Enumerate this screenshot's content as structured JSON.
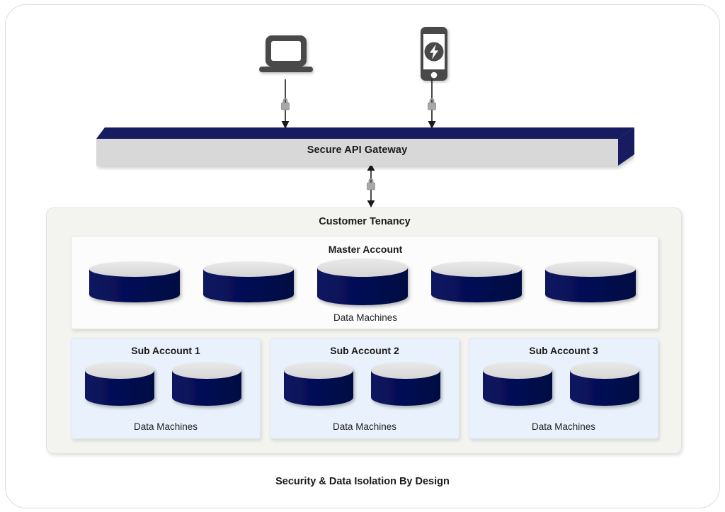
{
  "diagram": {
    "title": "Security & Data Isolation By Design",
    "colors": {
      "navy": "#051055",
      "cylinder_top": "#d5d5d5",
      "device_gray": "#4a4a4a",
      "lock_gray": "#9a9a9a",
      "tenancy_bg": "#f3f3ef",
      "sub_account_bg": "#e9f2fc",
      "master_bg": "#fcfcfc",
      "gateway_face": "#d8d8d8",
      "card_border": "#dcdcdc"
    },
    "clients": [
      {
        "name": "laptop-icon",
        "label": "laptop"
      },
      {
        "name": "mobile-phone-icon",
        "label": "smartphone"
      }
    ],
    "connectors": [
      {
        "name": "laptop-to-gateway",
        "direction": "down",
        "secured": true,
        "icon": "lock-icon"
      },
      {
        "name": "phone-to-gateway",
        "direction": "down",
        "secured": true,
        "icon": "lock-icon"
      },
      {
        "name": "gateway-to-tenancy",
        "direction": "both",
        "secured": true,
        "icon": "lock-icon"
      }
    ],
    "gateway": {
      "label": "Secure API Gateway"
    },
    "tenancy": {
      "label": "Customer Tenancy",
      "master_account": {
        "label": "Master Account",
        "caption": "Data Machines",
        "machine_count": 5
      },
      "sub_accounts": [
        {
          "label": "Sub Account 1",
          "caption": "Data Machines",
          "machine_count": 2
        },
        {
          "label": "Sub Account 2",
          "caption": "Data Machines",
          "machine_count": 2
        },
        {
          "label": "Sub Account 3",
          "caption": "Data Machines",
          "machine_count": 2
        }
      ]
    }
  }
}
